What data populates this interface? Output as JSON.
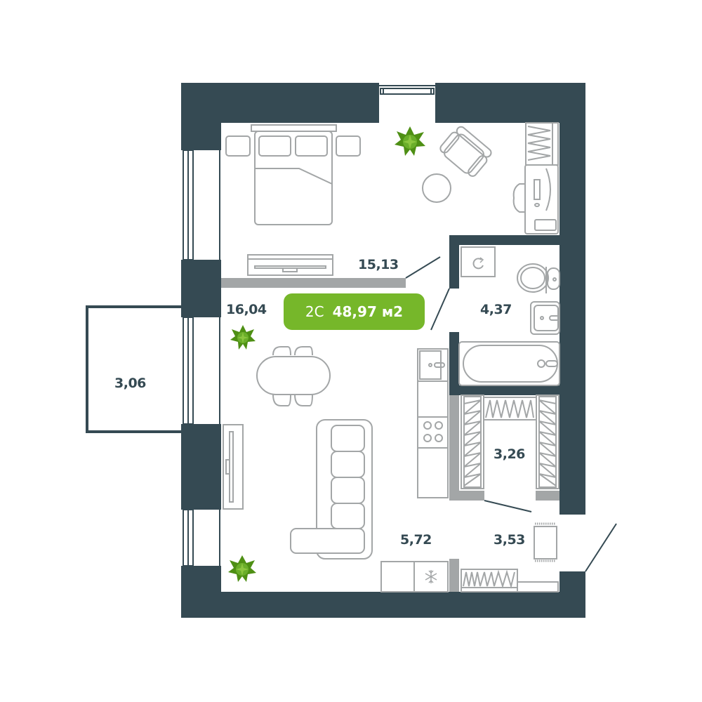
{
  "plan": {
    "apartment_type": "2С",
    "total_area": "48,97 м2",
    "badge_color": "#76b72a",
    "wall_color": "#354a53",
    "furniture_color": "#a3a6a7"
  },
  "rooms": {
    "bedroom": {
      "area": "15,13"
    },
    "living_kitchen": {
      "area": "16,04"
    },
    "balcony": {
      "area": "3,06"
    },
    "bathroom": {
      "area": "4,37"
    },
    "wardrobe": {
      "area": "3,26"
    },
    "kitchen_zone": {
      "area": "5,72"
    },
    "hallway": {
      "area": "3,53"
    }
  },
  "icons": [
    "plant-icon",
    "bed-icon",
    "armchair-icon",
    "desk-icon",
    "washing-machine-icon",
    "toilet-icon",
    "sink-icon",
    "bathtub-icon",
    "stove-icon",
    "fridge-icon",
    "sofa-icon",
    "dining-table-icon",
    "tv-stand-icon",
    "rug-icon",
    "wardrobe-rack-icon"
  ]
}
